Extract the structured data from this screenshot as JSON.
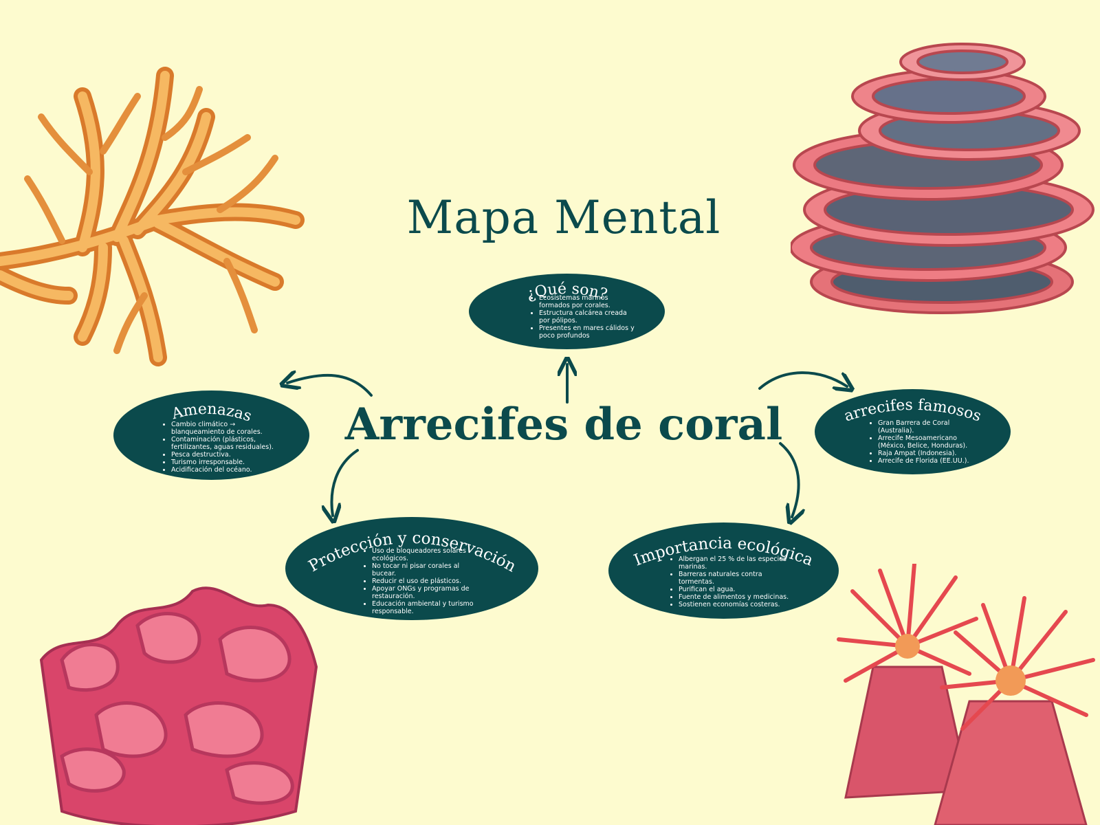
{
  "title": "Mapa Mental",
  "central_topic": "Arrecifes de coral",
  "colors": {
    "background": "#fdfbcf",
    "node_fill": "#0b4a4c",
    "text_dark": "#0b4a4c",
    "text_light": "#ffffff",
    "coral_orange": "#f2a24a",
    "coral_pink": "#e8606e",
    "coral_magenta": "#d9456a"
  },
  "nodes": [
    {
      "id": "que-son",
      "title": "¿Qué son?",
      "items": [
        "Ecosistemas marinos formados por corales.",
        "Estructura calcárea creada por pólipos.",
        "Presentes en mares cálidos y poco profundos"
      ]
    },
    {
      "id": "amenazas",
      "title": "Amenazas",
      "items": [
        "Cambio climático → blanqueamiento de corales.",
        "Contaminación (plásticos, fertilizantes, aguas residuales).",
        "Pesca destructiva.",
        "Turismo irresponsable.",
        "Acidificación del océano."
      ]
    },
    {
      "id": "arrecifes-famosos",
      "title": "arrecifes famosos",
      "items": [
        "Gran Barrera de Coral (Australia).",
        "Arrecife Mesoamericano (México, Belice, Honduras).",
        "Raja Ampat (Indonesia).",
        "Arrecife de Florida (EE.UU.)."
      ]
    },
    {
      "id": "proteccion",
      "title": "Protección y conservación",
      "items": [
        "Uso de bloqueadores solares ecológicos.",
        "No tocar ni pisar corales al bucear.",
        "Reducir el uso de plásticos.",
        "Apoyar ONGs y programas de restauración.",
        "Educación ambiental y turismo responsable."
      ]
    },
    {
      "id": "importancia",
      "title": "Importancia ecológica",
      "items": [
        "Albergan el 25 % de las especies marinas.",
        "Barreras naturales contra tormentas.",
        "Purifican el agua.",
        "Fuente de alimentos y medicinas.",
        "Sostienen economías costeras."
      ]
    }
  ]
}
